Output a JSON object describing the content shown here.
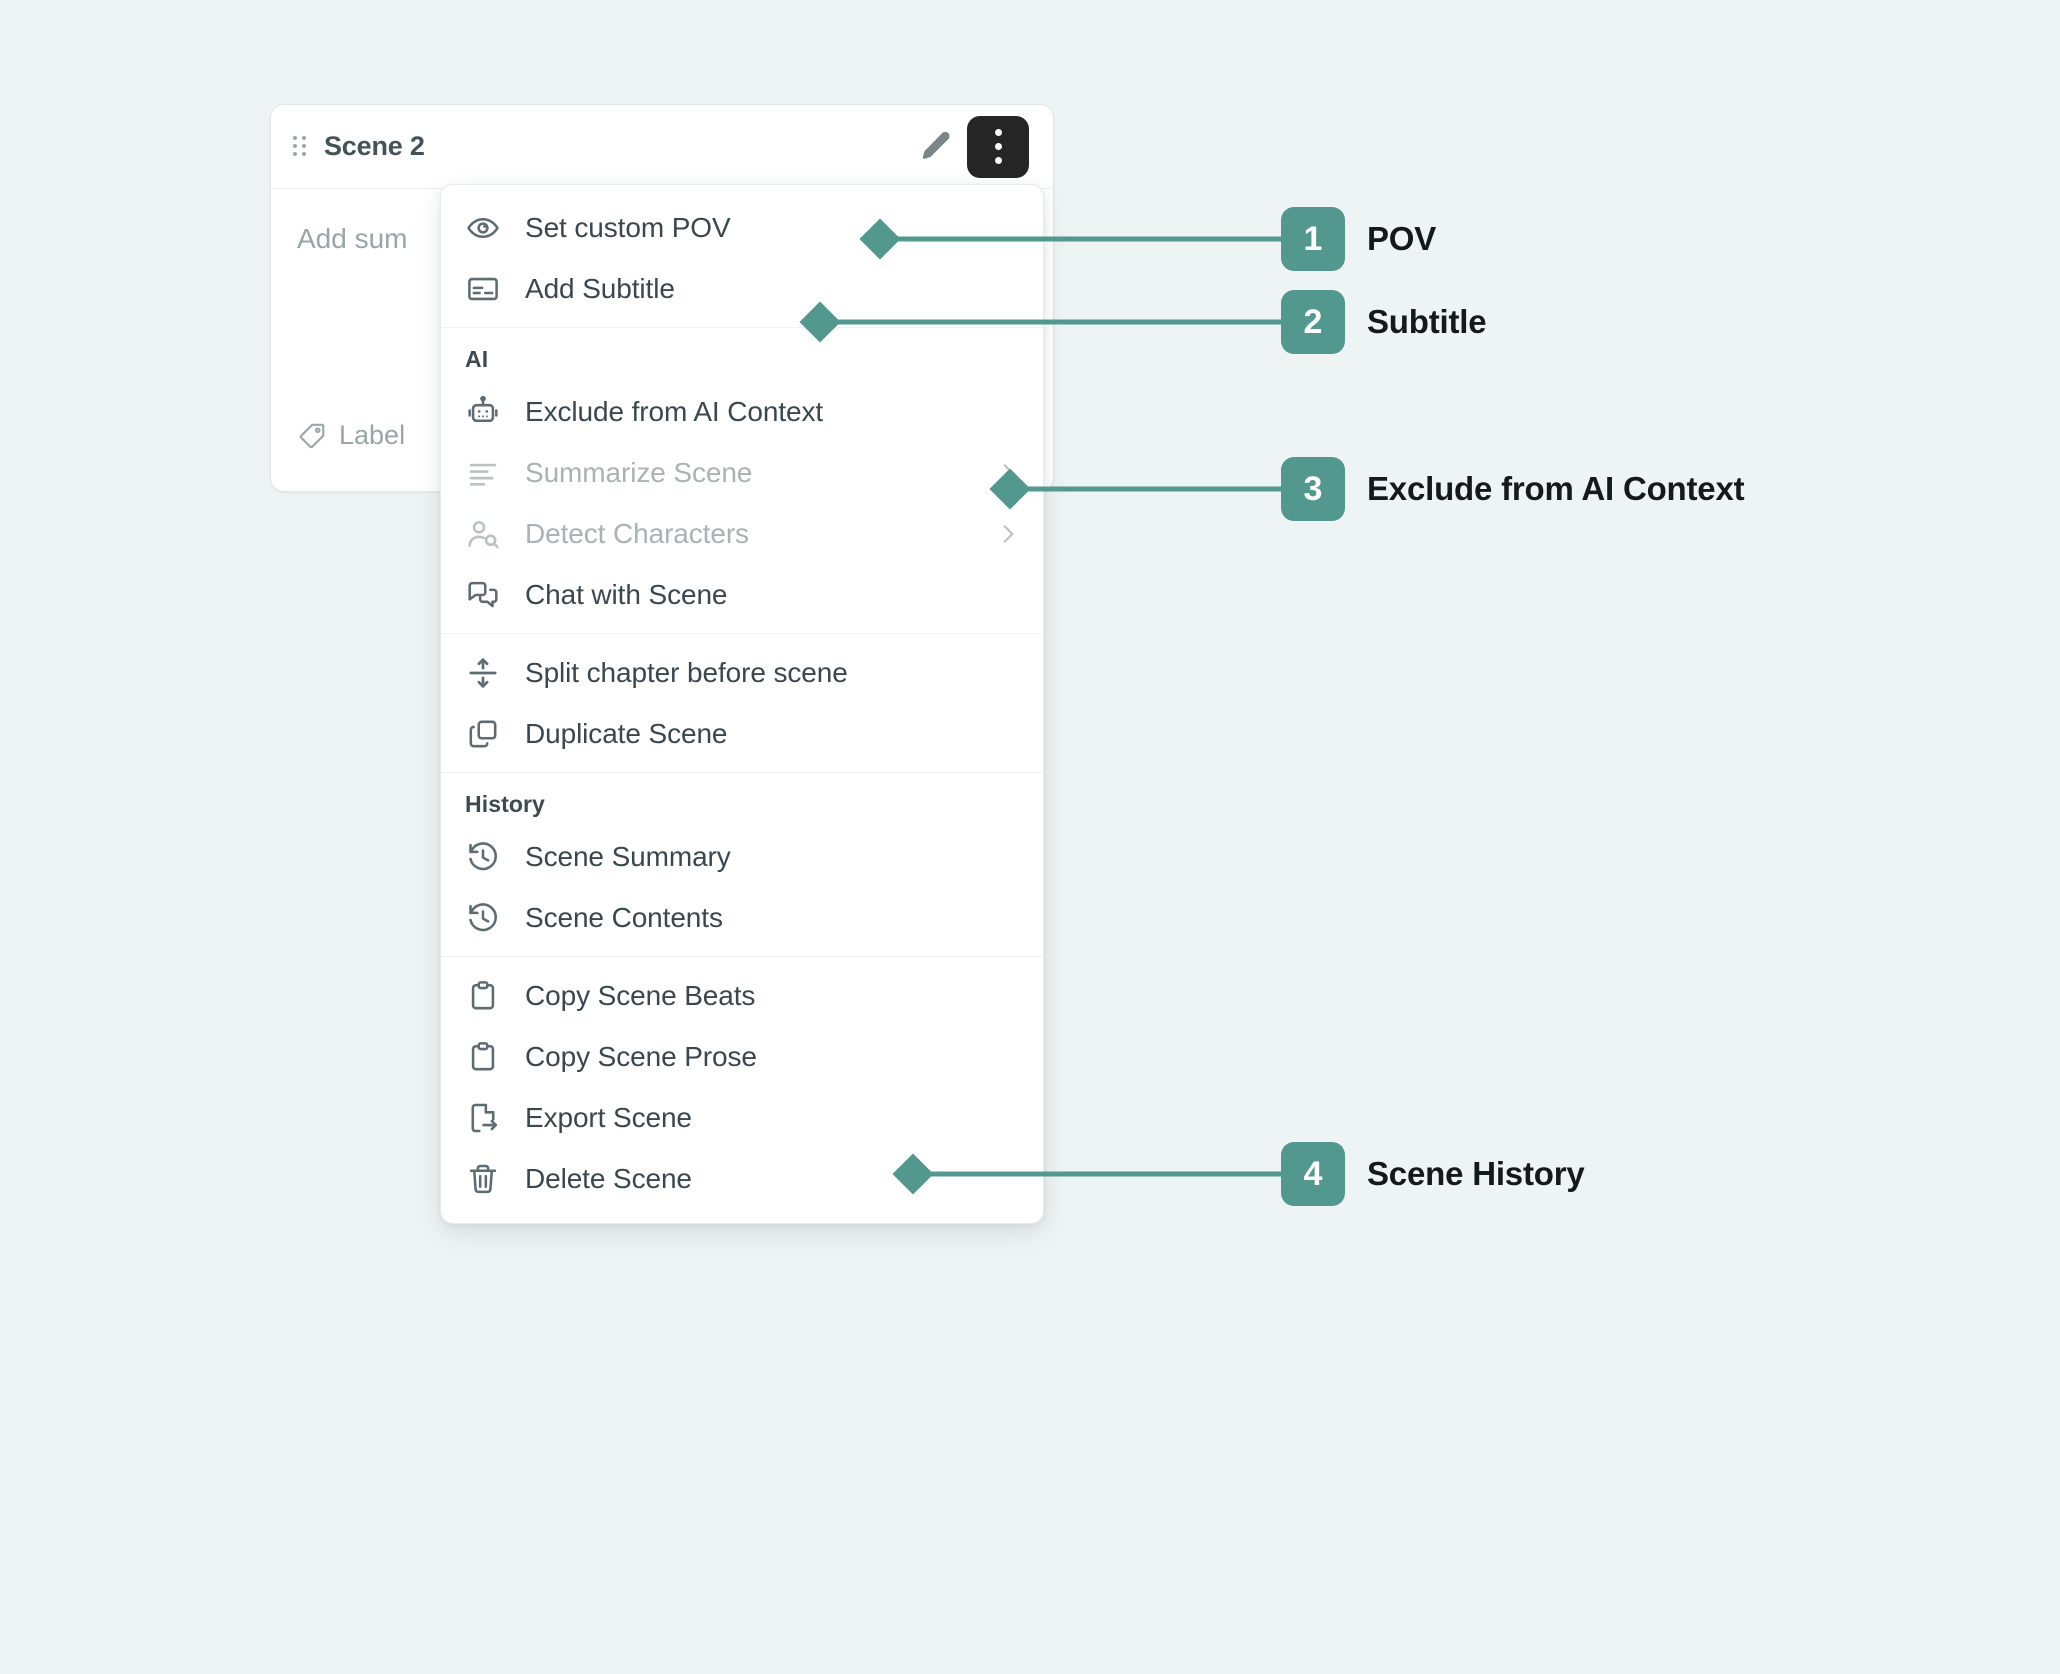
{
  "theme": {
    "background": "#eef3f3",
    "accent_teal": "#52988f",
    "menu_background": "#ffffff",
    "kebab_button": "#262626",
    "text_primary": "#3a474e",
    "text_disabled": "#a9b3b6"
  },
  "scene_card": {
    "title": "Scene 2",
    "drag_handle_icon": "drag-dots-icon",
    "edit_icon": "pencil-icon",
    "more_icon": "three-dots-vertical-icon",
    "summary_placeholder": "Add sum",
    "label_icon": "tag-icon",
    "label_text": "Label"
  },
  "context_menu": {
    "sections": [
      {
        "title": null,
        "items": [
          {
            "label": "Set custom POV",
            "icon": "eye-icon",
            "disabled": false,
            "submenu": false
          },
          {
            "label": "Add Subtitle",
            "icon": "subtitle-icon",
            "disabled": false,
            "submenu": false
          }
        ]
      },
      {
        "title": "AI",
        "items": [
          {
            "label": "Exclude from AI Context",
            "icon": "robot-icon",
            "disabled": false,
            "submenu": false
          },
          {
            "label": "Summarize Scene",
            "icon": "text-lines-icon",
            "disabled": true,
            "submenu": true
          },
          {
            "label": "Detect Characters",
            "icon": "user-search-icon",
            "disabled": true,
            "submenu": true
          },
          {
            "label": "Chat with Scene",
            "icon": "chat-bubbles-icon",
            "disabled": false,
            "submenu": false
          }
        ]
      },
      {
        "title": null,
        "items": [
          {
            "label": "Split chapter before scene",
            "icon": "split-vertical-icon",
            "disabled": false,
            "submenu": false
          },
          {
            "label": "Duplicate Scene",
            "icon": "copy-icon",
            "disabled": false,
            "submenu": false
          }
        ]
      },
      {
        "title": "History",
        "items": [
          {
            "label": "Scene Summary",
            "icon": "clock-history-icon",
            "disabled": false,
            "submenu": false
          },
          {
            "label": "Scene Contents",
            "icon": "clock-history-icon",
            "disabled": false,
            "submenu": false
          }
        ]
      },
      {
        "title": null,
        "items": [
          {
            "label": "Copy Scene Beats",
            "icon": "clipboard-icon",
            "disabled": false,
            "submenu": false
          },
          {
            "label": "Copy Scene Prose",
            "icon": "clipboard-icon",
            "disabled": false,
            "submenu": false
          },
          {
            "label": "Export Scene",
            "icon": "file-export-icon",
            "disabled": false,
            "submenu": false
          },
          {
            "label": "Delete Scene",
            "icon": "trash-icon",
            "disabled": false,
            "submenu": false
          }
        ]
      }
    ]
  },
  "annotations": [
    {
      "number": "1",
      "text": "POV",
      "target": "Set custom POV"
    },
    {
      "number": "2",
      "text": "Subtitle",
      "target": "Add Subtitle"
    },
    {
      "number": "3",
      "text": "Exclude from AI Context",
      "target": "Exclude from AI Context"
    },
    {
      "number": "4",
      "text": "Scene History",
      "target": "Scene Contents"
    }
  ]
}
